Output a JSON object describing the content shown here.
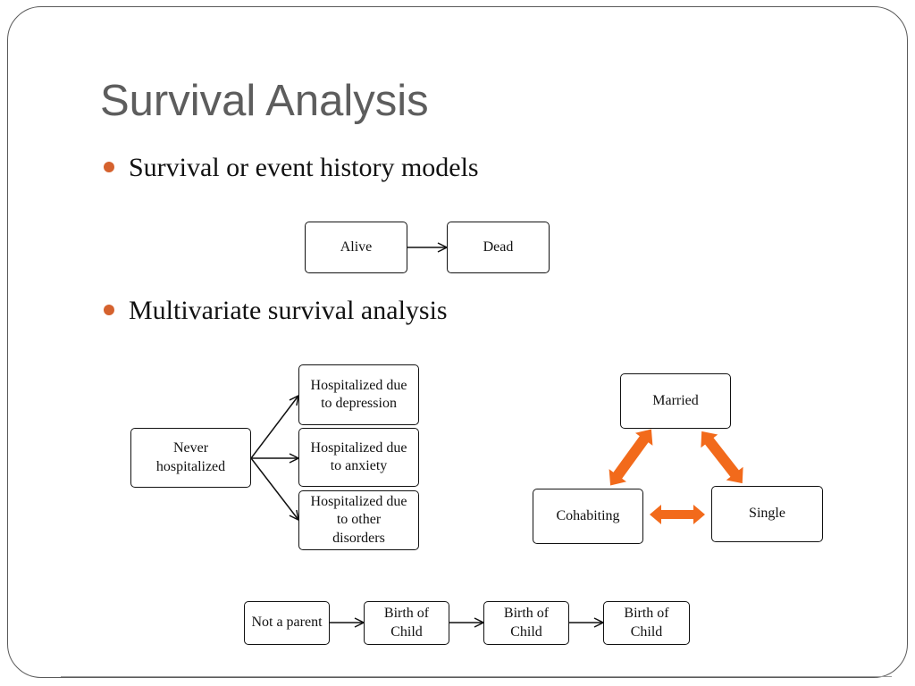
{
  "slide": {
    "title": "Survival Analysis",
    "bullets": [
      {
        "text": "Survival or event history models"
      },
      {
        "text": "Multivariate survival analysis"
      }
    ],
    "accent_color": "#d5622e",
    "arrow_color": "#f26a1b"
  },
  "diagram_simple": {
    "nodes": [
      "Alive",
      "Dead"
    ]
  },
  "diagram_hospital": {
    "source": "Never\nhospitalized",
    "targets": [
      "Hospitalized due\nto depression",
      "Hospitalized due\nto anxiety",
      "Hospitalized due\nto other\ndisorders"
    ]
  },
  "diagram_marital": {
    "nodes": [
      "Married",
      "Cohabiting",
      "Single"
    ]
  },
  "diagram_parent": {
    "nodes": [
      "Not a parent",
      "Birth of\nChild",
      "Birth of\nChild",
      "Birth of\nChild"
    ]
  }
}
